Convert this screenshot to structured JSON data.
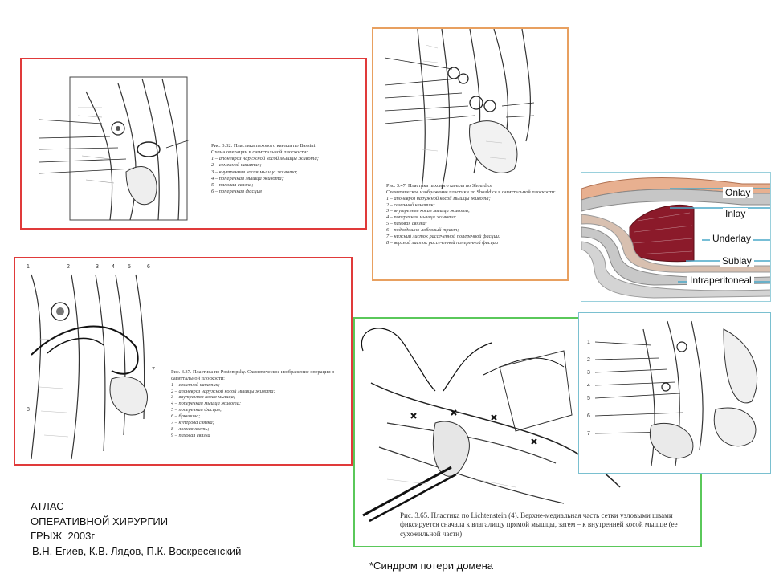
{
  "panel1": {
    "caption_title": "Рис. 3.32. Пластика пахового канала по Bassini.",
    "caption_sub": "Схема операции в сагиттальной плоскости:",
    "items": [
      "1 – апоневроз наружной косой мышцы живота;",
      "2 – семенной канатик;",
      "3 – внутренняя косая мышца живота;",
      "4 – поперечная мышца живота;",
      "5 – паховая связка;",
      "6 – поперечная фасция"
    ]
  },
  "panel2": {
    "caption_title": "Рис. 3.47. Пластика пахового канала по Shouldice",
    "caption_sub": "Схематическое изображение пластики по Shouldice в сагиттальной плоскости:",
    "items": [
      "1 – апоневроз наружной косой мышцы живота;",
      "2 – семенной канатик;",
      "3 – внутренняя косая мышца живота;",
      "4 – поперечная мышца живота;",
      "5 – паховая связка;",
      "6 – подвздошно-лобковый тракт;",
      "7 – нижний листок рассеченной поперечной фасции;",
      "8 – верхний листок рассеченной поперечной фасции"
    ]
  },
  "panel3": {
    "layers": [
      "Onlay",
      "Inlay",
      "Underlay",
      "Sublay",
      "Intraperitoneal"
    ]
  },
  "panel4": {
    "caption_title": "Рис. 3.37. Пластика по Postempsky. Схематическое изображение операции в сагиттальной плоскости:",
    "items": [
      "1 – семенной канатик;",
      "2 – апоневроз наружной косой мышцы живота;",
      "3 – внутренняя косая мышца;",
      "4 – поперечная мышца живота;",
      "5 – поперечная фасция;",
      "6 – брюшина;",
      "7 – куперова связка;",
      "8 – лонная кость;",
      "9 – паховая связка"
    ]
  },
  "panel5": {
    "caption_title": "Рис. 3.65. Пластика по Lichtenstein (4). Верхне-медиальная часть сетки узловыми швами фиксируется сначала к влагалищу прямой мышцы, затем – к внутренней косой мышце (ее сухожильной части)"
  },
  "atlas": {
    "line1": "АТЛАС",
    "line2": "ОПЕРАТИВНОЙ ХИРУРГИИ",
    "line3": "ГРЫЖ  2003г",
    "authors": "В.Н. Егиев, К.В. Лядов, П.К. Воскресенский"
  },
  "footnote": "*Синдром потери домена",
  "colors": {
    "red_frame": "#e03a3a",
    "orange_frame": "#e8a060",
    "green_frame": "#5ac85a",
    "mesh_tissue": "#8b1a2a"
  }
}
